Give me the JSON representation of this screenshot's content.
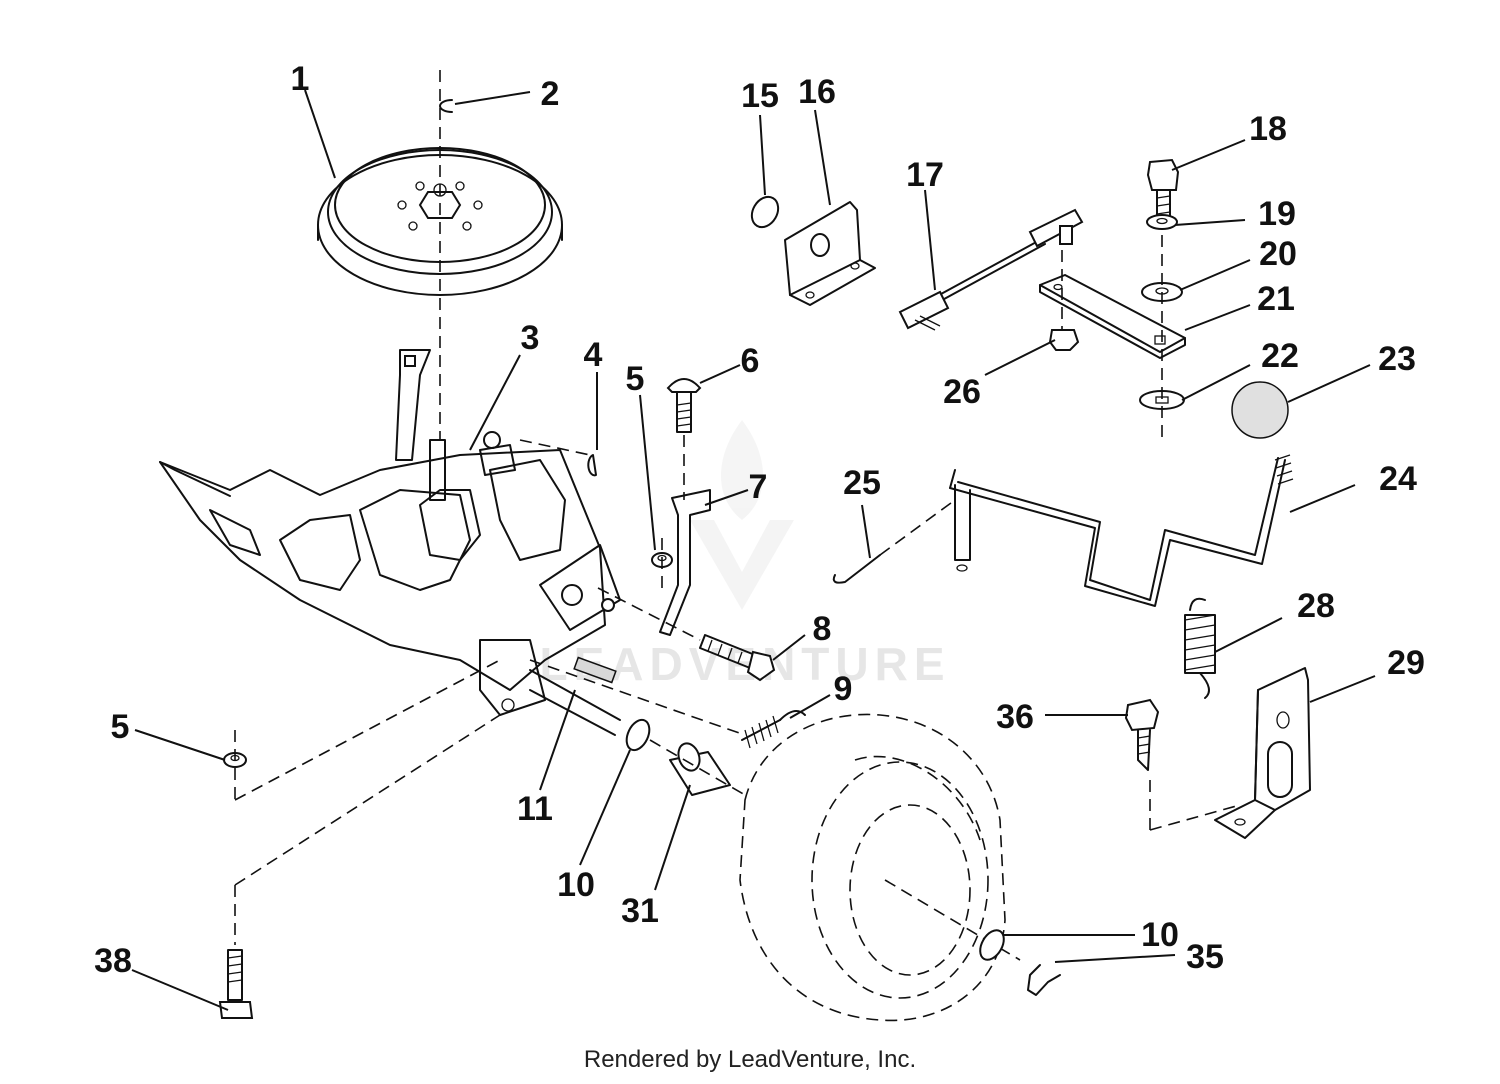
{
  "callouts": [
    {
      "id": "c1",
      "label": "1"
    },
    {
      "id": "c2",
      "label": "2"
    },
    {
      "id": "c3",
      "label": "3"
    },
    {
      "id": "c4",
      "label": "4"
    },
    {
      "id": "c5a",
      "label": "5"
    },
    {
      "id": "c6",
      "label": "6"
    },
    {
      "id": "c7",
      "label": "7"
    },
    {
      "id": "c8",
      "label": "8"
    },
    {
      "id": "c9",
      "label": "9"
    },
    {
      "id": "c5b",
      "label": "5"
    },
    {
      "id": "c11",
      "label": "11"
    },
    {
      "id": "c10a",
      "label": "10"
    },
    {
      "id": "c31",
      "label": "31"
    },
    {
      "id": "c38",
      "label": "38"
    },
    {
      "id": "c15",
      "label": "15"
    },
    {
      "id": "c16",
      "label": "16"
    },
    {
      "id": "c17",
      "label": "17"
    },
    {
      "id": "c18",
      "label": "18"
    },
    {
      "id": "c19",
      "label": "19"
    },
    {
      "id": "c20",
      "label": "20"
    },
    {
      "id": "c21",
      "label": "21"
    },
    {
      "id": "c22",
      "label": "22"
    },
    {
      "id": "c23",
      "label": "23"
    },
    {
      "id": "c26",
      "label": "26"
    },
    {
      "id": "c25",
      "label": "25"
    },
    {
      "id": "c24",
      "label": "24"
    },
    {
      "id": "c28",
      "label": "28"
    },
    {
      "id": "c29",
      "label": "29"
    },
    {
      "id": "c36",
      "label": "36"
    },
    {
      "id": "c10b",
      "label": "10"
    },
    {
      "id": "c35",
      "label": "35"
    }
  ],
  "watermark": "LEADVENTURE",
  "footer": "Rendered by LeadVenture, Inc."
}
